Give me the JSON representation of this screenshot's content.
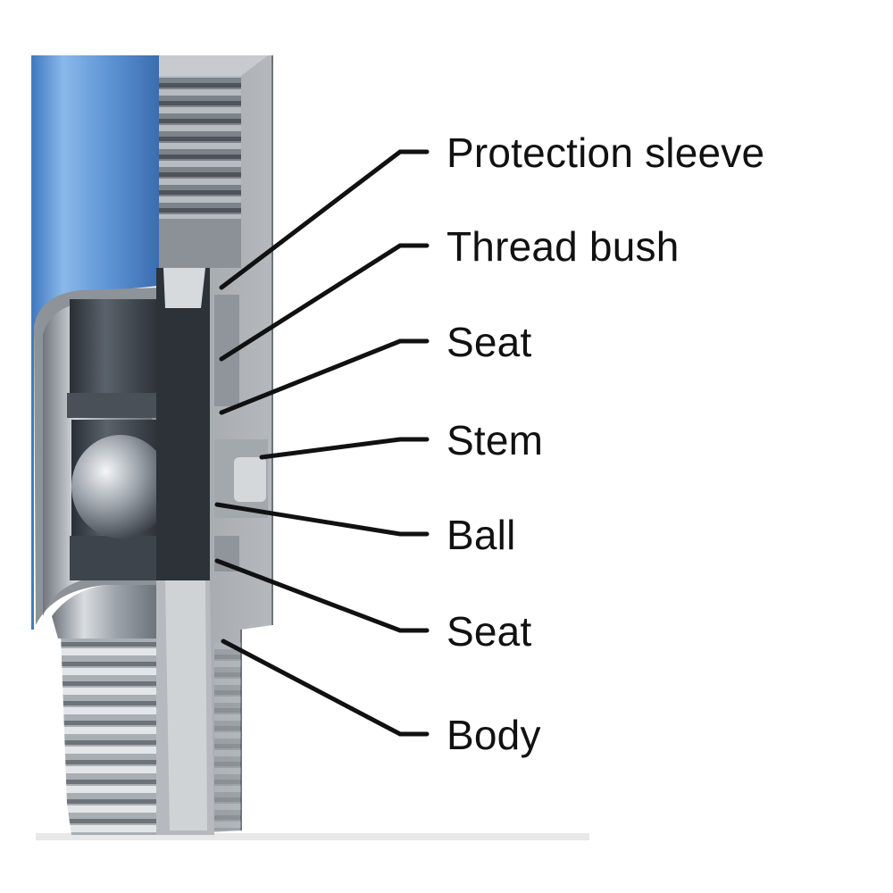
{
  "diagram": {
    "subject": "ball valve cutaway",
    "colors": {
      "sleeve": "#5b93d4",
      "steel": "#9aa0a6",
      "dark_steel": "#3b4047",
      "leader": "#111111",
      "text": "#111111"
    },
    "parts": [
      {
        "id": "protection-sleeve",
        "label": "Protection sleeve"
      },
      {
        "id": "thread-bush",
        "label": "Thread bush"
      },
      {
        "id": "seat-upper",
        "label": "Seat"
      },
      {
        "id": "stem",
        "label": "Stem"
      },
      {
        "id": "ball",
        "label": "Ball"
      },
      {
        "id": "seat-lower",
        "label": "Seat"
      },
      {
        "id": "body",
        "label": "Body"
      }
    ]
  }
}
